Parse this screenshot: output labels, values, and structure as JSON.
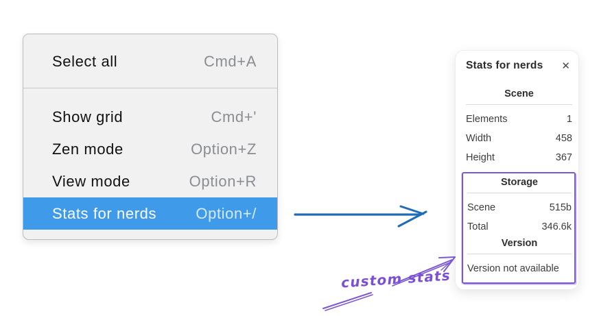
{
  "context_menu": {
    "items": [
      {
        "label": "Select all",
        "shortcut": "Cmd+A",
        "selected": false
      },
      {
        "label": "Show grid",
        "shortcut": "Cmd+'",
        "selected": false
      },
      {
        "label": "Zen mode",
        "shortcut": "Option+Z",
        "selected": false
      },
      {
        "label": "View mode",
        "shortcut": "Option+R",
        "selected": false
      },
      {
        "label": "Stats for nerds",
        "shortcut": "Option+/",
        "selected": true
      }
    ]
  },
  "stats_panel": {
    "title": "Stats for nerds",
    "close_icon": "✕",
    "scene": {
      "heading": "Scene",
      "rows": [
        {
          "label": "Elements",
          "value": "1"
        },
        {
          "label": "Width",
          "value": "458"
        },
        {
          "label": "Height",
          "value": "367"
        }
      ]
    },
    "storage": {
      "heading": "Storage",
      "rows": [
        {
          "label": "Scene",
          "value": "515b"
        },
        {
          "label": "Total",
          "value": "346.6k"
        }
      ]
    },
    "version": {
      "heading": "Version",
      "note": "Version not available"
    }
  },
  "annotations": {
    "custom_stats_label": "custom stats",
    "colors": {
      "menu_highlight": "#3f9bea",
      "arrow_blue": "#1e6bb8",
      "annotation_purple": "#7b57d2"
    }
  }
}
